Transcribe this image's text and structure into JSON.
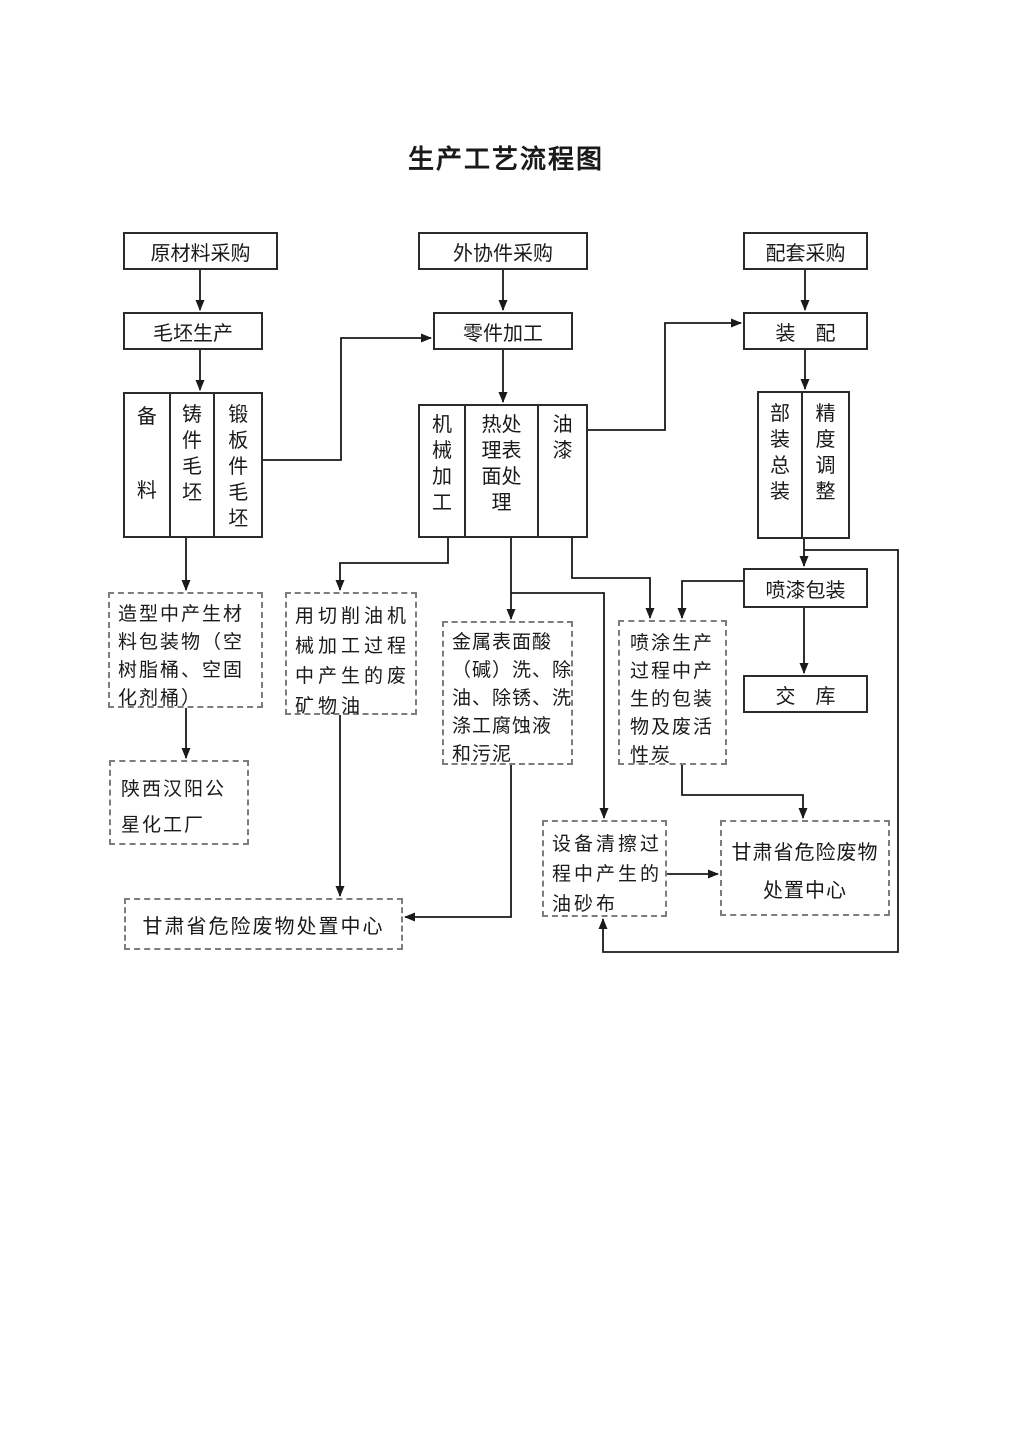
{
  "title": "生产工艺流程图",
  "colors": {
    "background": "#ffffff",
    "text": "#1a1a1a",
    "box_border": "#2b2b2b",
    "dashed_border": "#7d7d7d",
    "connector_line": "#1a1a1a"
  },
  "nodes": {
    "raw_material_purchase": {
      "label": "原材料采购"
    },
    "outsourced_parts_purchase": {
      "label": "外协件采购"
    },
    "supporting_purchase": {
      "label": "配套采购"
    },
    "blank_production": {
      "label": "毛坯生产"
    },
    "parts_processing": {
      "label": "零件加工"
    },
    "assembly": {
      "label": "装　配"
    },
    "material_prep": {
      "label": "备料"
    },
    "casting_blank": {
      "label": "铸件毛坯"
    },
    "forged_plate_blank": {
      "label": "锻板件毛坯"
    },
    "machining": {
      "label": "机械加工"
    },
    "heat_surface_treatment": {
      "label": "热处理表面处理"
    },
    "painting": {
      "label": "油漆"
    },
    "sub_final_assembly": {
      "label": "部装总装"
    },
    "precision_adjustment": {
      "label": "精度调整"
    },
    "paint_packaging": {
      "label": "喷漆包装"
    },
    "warehouse_delivery": {
      "label": "交　库"
    },
    "molding_waste": {
      "label": "造型中产生材料包装物（空树脂桶、空固化剂桶）",
      "lines": [
        "造型中产生材",
        "料包装物（空",
        "树脂桶、空固",
        "化剂桶）"
      ]
    },
    "shaanxi_hanyang_factory": {
      "label": "陕西汉阳公星化工厂",
      "lines": [
        "陕西汉阳公",
        "星化工厂"
      ]
    },
    "cutting_oil_waste": {
      "label": "用切削油机械加工过程中产生的废矿物油",
      "lines": [
        "用切削油机",
        "械加工过程",
        "中产生的废",
        "矿物油"
      ]
    },
    "acid_cleaning_waste": {
      "label": "金属表面酸（碱）洗、除油、除锈、洗涤工腐蚀液和污泥",
      "lines": [
        "金属表面酸",
        "（碱）洗、除",
        "油、除锈、洗",
        "涤工腐蚀液",
        "和污泥"
      ]
    },
    "spray_production_waste": {
      "label": "喷涂生产过程中产生的包装物及废活性炭",
      "lines": [
        "喷涂生产",
        "过程中产",
        "生的包装",
        "物及废活",
        "性炭"
      ]
    },
    "equipment_wiping_waste": {
      "label": "设备清擦过程中产生的油砂布",
      "lines": [
        "设备清擦过",
        "程中产生的",
        "油砂布"
      ]
    },
    "gansu_center_right": {
      "label": "甘肃省危险废物处置中心",
      "lines": [
        "甘肃省危险废物",
        "处置中心"
      ]
    },
    "gansu_center_left": {
      "label": "甘肃省危险废物处置中心"
    }
  },
  "edges": [
    {
      "from": "raw_material_purchase",
      "to": "blank_production"
    },
    {
      "from": "outsourced_parts_purchase",
      "to": "parts_processing"
    },
    {
      "from": "supporting_purchase",
      "to": "assembly"
    },
    {
      "from": "blank_production",
      "to": "blank_group"
    },
    {
      "from": "parts_processing",
      "to": "processing_group"
    },
    {
      "from": "assembly",
      "to": "assembly_group"
    },
    {
      "from": "blank_group",
      "to": "parts_processing"
    },
    {
      "from": "painting",
      "to": "assembly"
    },
    {
      "from": "assembly_group",
      "to": "paint_packaging"
    },
    {
      "from": "paint_packaging",
      "to": "warehouse_delivery"
    },
    {
      "from": "blank_group",
      "to": "molding_waste"
    },
    {
      "from": "molding_waste",
      "to": "shaanxi_hanyang_factory"
    },
    {
      "from": "machining",
      "to": "cutting_oil_waste"
    },
    {
      "from": "cutting_oil_waste",
      "to": "gansu_center_left"
    },
    {
      "from": "heat_surface_treatment",
      "to": "acid_cleaning_waste"
    },
    {
      "from": "heat_surface_treatment",
      "to": "equipment_wiping_waste"
    },
    {
      "from": "acid_cleaning_waste",
      "to": "gansu_center_left"
    },
    {
      "from": "painting",
      "to": "spray_production_waste"
    },
    {
      "from": "paint_packaging",
      "to": "spray_production_waste"
    },
    {
      "from": "spray_production_waste",
      "to": "gansu_center_right"
    },
    {
      "from": "assembly_group",
      "to": "equipment_wiping_waste"
    },
    {
      "from": "equipment_wiping_waste",
      "to": "gansu_center_right"
    }
  ]
}
